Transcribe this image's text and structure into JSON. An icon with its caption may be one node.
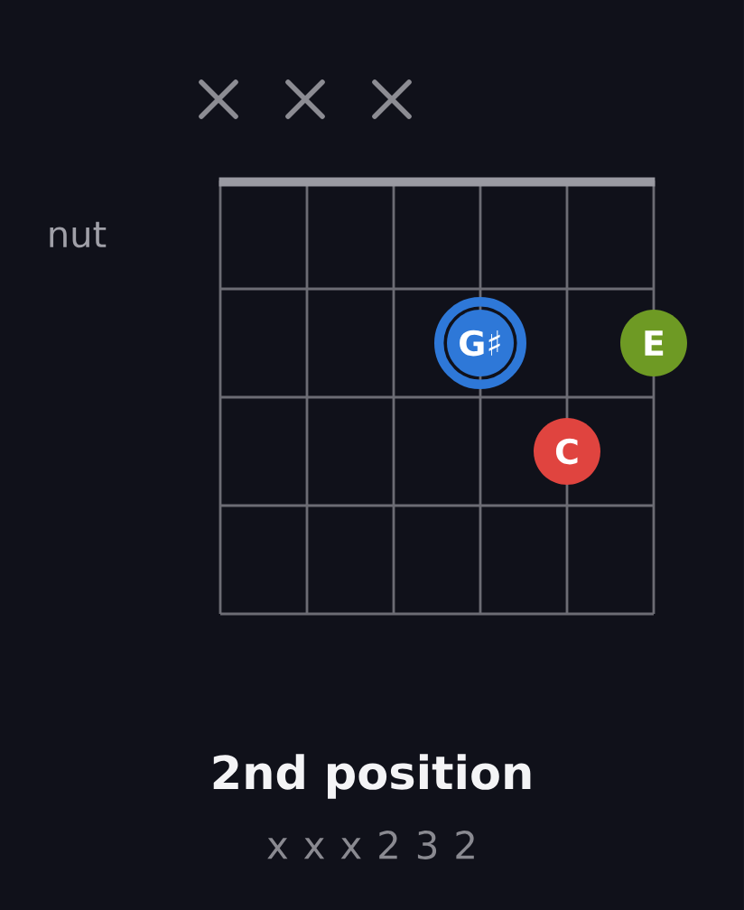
{
  "diagram": {
    "title": "2nd position",
    "nodes": [
      {
        "text": [
          "G♯"
        ]
      },
      {
        "text": [
          "E"
        ]
      },
      {
        "text": [
          "C"
        ]
      }
    ],
    "labels": [
      "nut",
      "x x x 2 3 2"
    ]
  }
}
